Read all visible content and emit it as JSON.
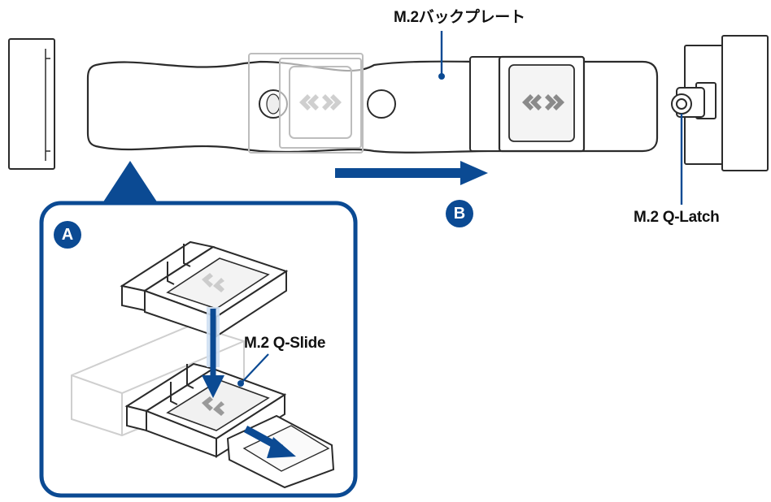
{
  "colors": {
    "accent_blue": "#0b4a93",
    "outline": "#2b2b2b",
    "ghost": "#c9c9c9",
    "fill": "#ffffff"
  },
  "labels": {
    "backplate": "M.2バックプレート",
    "q_latch": "M.2 Q-Latch",
    "q_slide": "M.2 Q-Slide"
  },
  "steps": {
    "a": "A",
    "b": "B"
  },
  "icons": {
    "direction_arrow": "arrow-right-icon",
    "slide_chevrons": "double-chevron-icon"
  }
}
